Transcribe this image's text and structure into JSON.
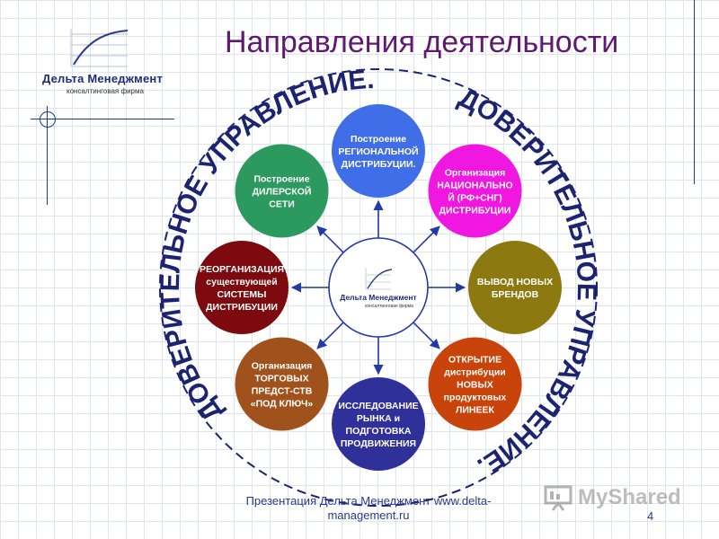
{
  "title": "Направления деятельности",
  "logo": {
    "name": "Дельта Менеджмент",
    "subtitle": "консалтинговая фирма"
  },
  "center_logo": {
    "name": "Дельта Менеджмент",
    "subtitle": "консалтинговая фирма"
  },
  "ring_text": {
    "upper_left": "ДОВЕРИТЕЛЬНОЕ УПРАВЛЕНИЕ.",
    "upper_right": "ДОВЕРИТЕЛЬНОЕ УПРАВЛЕНИЕ."
  },
  "colors": {
    "title": "#5e1a6e",
    "ring_text": "#1c2470",
    "arrows": "#2438a8",
    "center_border": "#2438a8"
  },
  "nodes": [
    {
      "id": "regional",
      "lines": [
        "Построение",
        "РЕГИОНАЛЬНОЙ",
        "ДИСТРИБУЦИИ."
      ],
      "color": "#3f6ee8"
    },
    {
      "id": "national",
      "lines": [
        "Организация",
        "НАЦИОНАЛЬНО",
        "Й (РФ+СНГ)",
        "ДИСТРИБУЦИИ"
      ],
      "color": "#f018e0"
    },
    {
      "id": "brands",
      "lines": [
        "ВЫВОД НОВЫХ",
        "БРЕНДОВ"
      ],
      "color": "#8c7a10"
    },
    {
      "id": "new-lines",
      "lines": [
        "ОТКРЫТИЕ",
        "дистрибуции",
        "НОВЫХ",
        "продуктовых",
        "ЛИНЕЕК"
      ],
      "color": "#c8440a"
    },
    {
      "id": "market",
      "lines": [
        "ИССЛЕДОВАНИЕ",
        "РЫНКА и",
        "ПОДГОТОВКА",
        "ПРОДВИЖЕНИЯ"
      ],
      "color": "#30309a"
    },
    {
      "id": "trade",
      "lines": [
        "Организация",
        "ТОРГОВЫХ",
        "ПРЕДСТ-СТВ",
        "«ПОД КЛЮЧ»"
      ],
      "color": "#a0521c"
    },
    {
      "id": "reorg",
      "lines": [
        "РЕОРГАНИЗАЦИЯ",
        "существующей",
        "СИСТЕМЫ",
        "ДИСТРИБУЦИИ"
      ],
      "color": "#7c0a0e"
    },
    {
      "id": "dealer",
      "lines": [
        "Построение",
        "ДИЛЕРСКОЙ",
        "СЕТИ"
      ],
      "color": "#2c9a5e"
    }
  ],
  "footer": {
    "line1": "Презентация Дельта Менеджмент www.delta-",
    "line2": "management.ru"
  },
  "page_number": "4",
  "watermark": "MyShared"
}
